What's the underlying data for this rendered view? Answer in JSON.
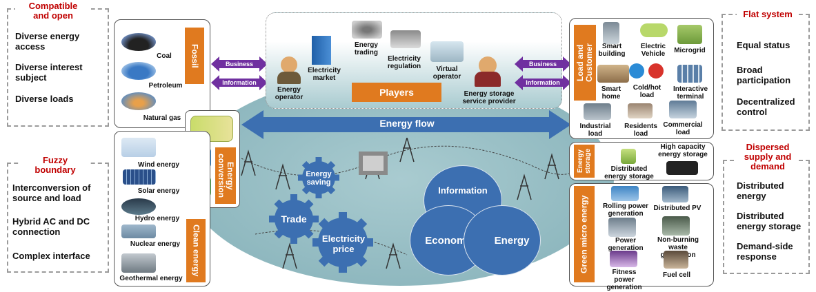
{
  "left_top": {
    "title": "Compatible\nand open",
    "items": [
      "Diverse energy access",
      "Diverse interest subject",
      "Diverse loads"
    ]
  },
  "left_bottom": {
    "title": "Fuzzy\nboundary",
    "items": [
      "Interconversion of source and load",
      "Hybrid AC and DC connection",
      "Complex interface"
    ]
  },
  "right_top": {
    "title": "Flat system",
    "items": [
      "Equal status",
      "Broad participation",
      "Decentralized control"
    ]
  },
  "right_bottom": {
    "title": "Dispersed\nsupply and\ndemand",
    "items": [
      "Distributed energy",
      "Distributed energy storage",
      "Demand-side response"
    ]
  },
  "fossil": {
    "label": "Fossil",
    "items": [
      "Coal",
      "Petroleum",
      "Natural gas"
    ]
  },
  "energy_conversion": {
    "label": "Energy conversion"
  },
  "clean_energy": {
    "label": "Clean energy",
    "items": [
      "Wind energy",
      "Solar energy",
      "Hydro energy",
      "Nuclear energy",
      "Geothermal energy"
    ]
  },
  "links": {
    "business": "Business",
    "information": "Information"
  },
  "players": {
    "label": "Players",
    "items": [
      "Energy operator",
      "Electricity market",
      "Energy trading",
      "Electricity regulation",
      "Virtual operator",
      "Energy storage service provider"
    ]
  },
  "energy_flow": "Energy flow",
  "gears": [
    "Energy saving",
    "Trade",
    "Electricity price"
  ],
  "venn": [
    "Information",
    "Economy",
    "Energy"
  ],
  "load_customer": {
    "label": "Load and Customer",
    "items": [
      "Smart building",
      "Electric Vehicle",
      "Microgrid",
      "Smart home",
      "Cold/hot load",
      "Interactive terminal",
      "Industrial load",
      "Residents load",
      "Commercial load"
    ]
  },
  "energy_storage": {
    "label": "Energy storage",
    "items": [
      "Distributed energy storage",
      "High capacity energy storage"
    ]
  },
  "green_micro": {
    "label": "Green micro energy",
    "items": [
      "Rolling power generation",
      "Distributed PV",
      "Power generation glass",
      "Non-burning waste generation",
      "Fitness power generation",
      "Fuel cell"
    ]
  },
  "colors": {
    "orange": "#e07a1f",
    "purple": "#7030a0",
    "blue": "#3c6fb1",
    "teal": "#8fb8bf",
    "red": "#c00000"
  }
}
